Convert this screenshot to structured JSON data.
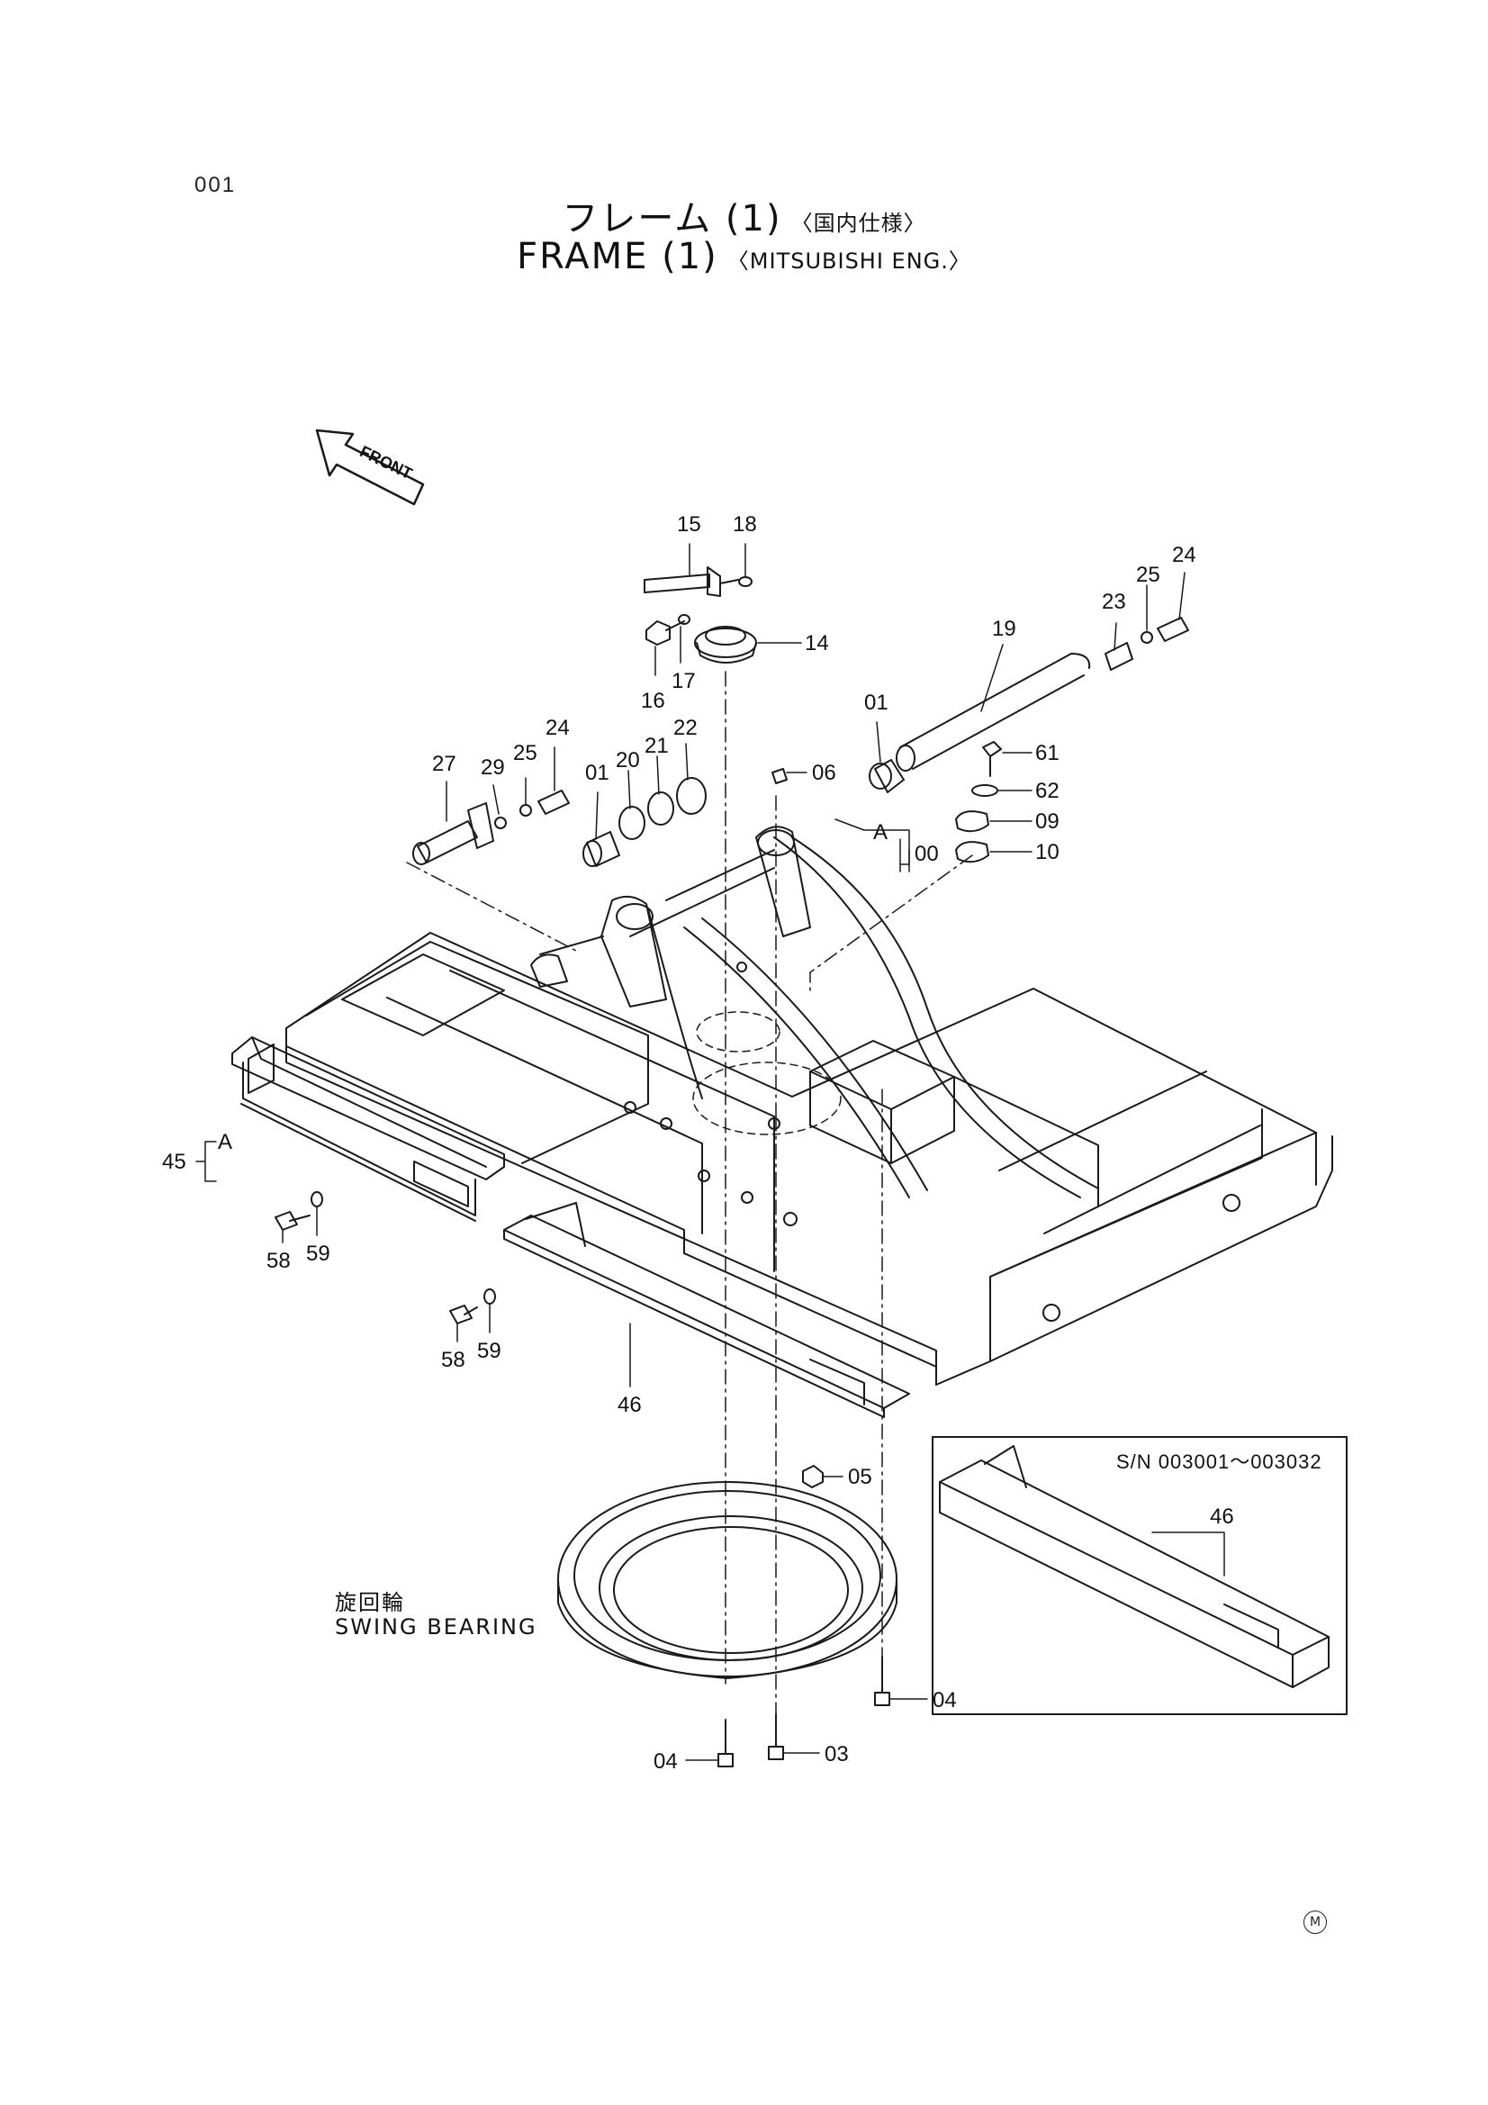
{
  "page_code": "001",
  "title_jp": "フレーム (1)",
  "title_jp_spec": "〈国内仕様〉",
  "title_en": "FRAME (1)",
  "title_en_spec": "〈MITSUBISHI ENG.〉",
  "front_label": "FRONT",
  "swing_bearing_jp": "旋回輪",
  "swing_bearing_en": "SWING BEARING",
  "inset_serial": "S/N  003001〜003032",
  "inset_part": "46",
  "view_a_label": "A",
  "corner_mark": "M",
  "callouts": [
    {
      "id": "c15",
      "text": "15"
    },
    {
      "id": "c18",
      "text": "18"
    },
    {
      "id": "c14",
      "text": "14"
    },
    {
      "id": "c16",
      "text": "16"
    },
    {
      "id": "c17",
      "text": "17"
    },
    {
      "id": "c19",
      "text": "19"
    },
    {
      "id": "c23",
      "text": "23"
    },
    {
      "id": "c25a",
      "text": "25"
    },
    {
      "id": "c24a",
      "text": "24"
    },
    {
      "id": "c01a",
      "text": "01"
    },
    {
      "id": "c61",
      "text": "61"
    },
    {
      "id": "c62",
      "text": "62"
    },
    {
      "id": "c09",
      "text": "09"
    },
    {
      "id": "c10",
      "text": "10"
    },
    {
      "id": "c06",
      "text": "06"
    },
    {
      "id": "c00",
      "text": "00"
    },
    {
      "id": "c27",
      "text": "27"
    },
    {
      "id": "c29",
      "text": "29"
    },
    {
      "id": "c25b",
      "text": "25"
    },
    {
      "id": "c24b",
      "text": "24"
    },
    {
      "id": "c01b",
      "text": "01"
    },
    {
      "id": "c20",
      "text": "20"
    },
    {
      "id": "c21",
      "text": "21"
    },
    {
      "id": "c22",
      "text": "22"
    },
    {
      "id": "c45",
      "text": "45"
    },
    {
      "id": "c58a",
      "text": "58"
    },
    {
      "id": "c59a",
      "text": "59"
    },
    {
      "id": "c58b",
      "text": "58"
    },
    {
      "id": "c59b",
      "text": "59"
    },
    {
      "id": "c46",
      "text": "46"
    },
    {
      "id": "c05",
      "text": "05"
    },
    {
      "id": "c04a",
      "text": "04"
    },
    {
      "id": "c04b",
      "text": "04"
    },
    {
      "id": "c03",
      "text": "03"
    }
  ]
}
